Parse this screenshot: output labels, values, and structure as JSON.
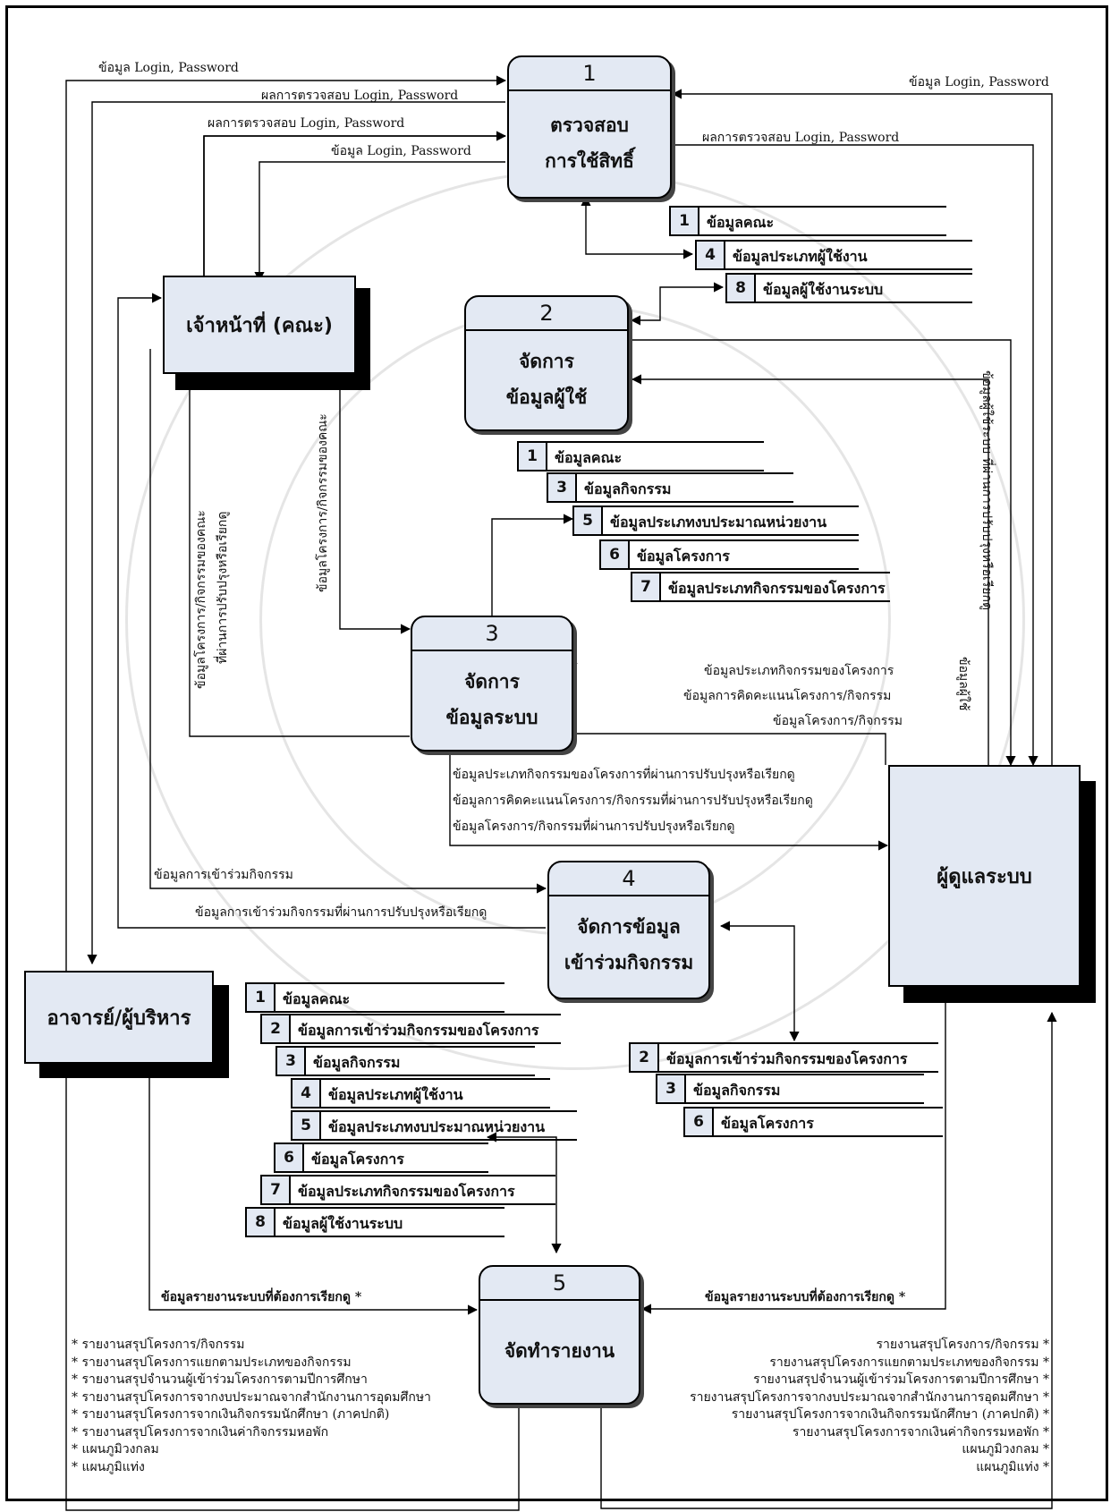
{
  "processes": {
    "p1": {
      "num": "1",
      "line1": "ตรวจสอบ",
      "line2": "การใช้สิทธิ์"
    },
    "p2": {
      "num": "2",
      "line1": "จัดการ",
      "line2": "ข้อมูลผู้ใช้"
    },
    "p3": {
      "num": "3",
      "line1": "จัดการ",
      "line2": "ข้อมูลระบบ"
    },
    "p4": {
      "num": "4",
      "line1": "จัดการข้อมูล",
      "line2": "เข้าร่วมกิจกรรม"
    },
    "p5": {
      "num": "5",
      "line1": "จัดทำรายงาน",
      "line2": ""
    }
  },
  "entities": {
    "staff": "เจ้าหน้าที่ (คณะ)",
    "admin": "ผู้ดูแลระบบ",
    "teacher": "อาจารย์/ผู้บริหาร"
  },
  "datastores": {
    "g1": [
      {
        "num": "1",
        "label": "ข้อมูลคณะ"
      },
      {
        "num": "4",
        "label": "ข้อมูลประเภทผู้ใช้งาน"
      },
      {
        "num": "8",
        "label": "ข้อมูลผู้ใช้งานระบบ"
      }
    ],
    "g2": [
      {
        "num": "1",
        "label": "ข้อมูลคณะ"
      },
      {
        "num": "3",
        "label": "ข้อมูลกิจกรรม"
      },
      {
        "num": "5",
        "label": "ข้อมูลประเภทงบประมาณหน่วยงาน"
      },
      {
        "num": "6",
        "label": "ข้อมูลโครงการ"
      },
      {
        "num": "7",
        "label": "ข้อมูลประเภทกิจกรรมของโครงการ"
      }
    ],
    "g3": [
      {
        "num": "1",
        "label": "ข้อมูลคณะ"
      },
      {
        "num": "2",
        "label": "ข้อมูลการเข้าร่วมกิจกรรมของโครงการ"
      },
      {
        "num": "3",
        "label": "ข้อมูลกิจกรรม"
      },
      {
        "num": "4",
        "label": "ข้อมูลประเภทผู้ใช้งาน"
      },
      {
        "num": "5",
        "label": "ข้อมูลประเภทงบประมาณหน่วยงาน"
      },
      {
        "num": "6",
        "label": "ข้อมูลโครงการ"
      },
      {
        "num": "7",
        "label": "ข้อมูลประเภทกิจกรรมของโครงการ"
      },
      {
        "num": "8",
        "label": "ข้อมูลผู้ใช้งานระบบ"
      }
    ],
    "g4": [
      {
        "num": "2",
        "label": "ข้อมูลการเข้าร่วมกิจกรรมของโครงการ"
      },
      {
        "num": "3",
        "label": "ข้อมูลกิจกรรม"
      },
      {
        "num": "6",
        "label": "ข้อมูลโครงการ"
      }
    ]
  },
  "flows": {
    "login_teacher": "ข้อมูล Login, Password",
    "result_teacher": "ผลการตรวจสอบ Login, Password",
    "result_staff": "ผลการตรวจสอบ Login, Password",
    "login_staff": "ข้อมูล Login, Password",
    "login_admin": "ข้อมูล Login, Password",
    "result_admin": "ผลการตรวจสอบ Login, Password",
    "staff_proj_v": "ข้อมูลโครงการ/กิจกรรมของคณะ",
    "staff_updated_v1": "ข้อมูลโครงการ/กิจกรรมของคณะ",
    "staff_updated_v2": "ที่ผ่านการปรับปรุงหรือเรียกดู",
    "admin_user_v": "ข้อมูลผู้ใช้ระบบ ที่ผ่านการปรับปรุงหรือเรียกดู",
    "admin_user2_v": "ข้อมูลผู้ใช้",
    "admin_to_p3": [
      "ข้อมูลประเภทกิจกรรมของโครงการ",
      "ข้อมูลการคิดคะแนนโครงการ/กิจกรรม",
      "ข้อมูลโครงการ/กิจกรรม"
    ],
    "p3_to_admin": [
      "ข้อมูลประเภทกิจกรรมของโครงการที่ผ่านการปรับปรุงหรือเรียกดู",
      "ข้อมูลการคิดคะแนนโครงการ/กิจกรรมที่ผ่านการปรับปรุงหรือเรียกดู",
      "ข้อมูลโครงการ/กิจกรรมที่ผ่านการปรับปรุงหรือเรียกดู"
    ],
    "join": "ข้อมูลการเข้าร่วมกิจกรรม",
    "join_updated": "ข้อมูลการเข้าร่วมกิจกรรมที่ผ่านการปรับปรุงหรือเรียกดู",
    "report_req_left": "ข้อมูลรายงานระบบที่ต้องการเรียกดู *",
    "report_req_right": "ข้อมูลรายงานระบบที่ต้องการเรียกดู *"
  },
  "reports_left": [
    "* รายงานสรุปโครงการ/กิจกรรม",
    "* รายงานสรุปโครงการแยกตามประเภทของกิจกรรม",
    "* รายงานสรุปจำนวนผู้เข้าร่วมโครงการตามปีการศึกษา",
    "* รายงานสรุปโครงการจากงบประมาณจากสำนักงานการอุดมศึกษา",
    "* รายงานสรุปโครงการจากเงินกิจกรรมนักศึกษา (ภาคปกติ)",
    "* รายงานสรุปโครงการจากเงินค่ากิจกรรมหอพัก",
    "* แผนภูมิวงกลม",
    "* แผนภูมิแท่ง"
  ],
  "reports_right": [
    "รายงานสรุปโครงการ/กิจกรรม *",
    "รายงานสรุปโครงการแยกตามประเภทของกิจกรรม *",
    "รายงานสรุปจำนวนผู้เข้าร่วมโครงการตามปีการศึกษา *",
    "รายงานสรุปโครงการจากงบประมาณจากสำนักงานการอุดมศึกษา *",
    "รายงานสรุปโครงการจากเงินกิจกรรมนักศึกษา (ภาคปกติ) *",
    "รายงานสรุปโครงการจากเงินค่ากิจกรรมหอพัก *",
    "แผนภูมิวงกลม *",
    "แผนภูมิแท่ง *"
  ]
}
